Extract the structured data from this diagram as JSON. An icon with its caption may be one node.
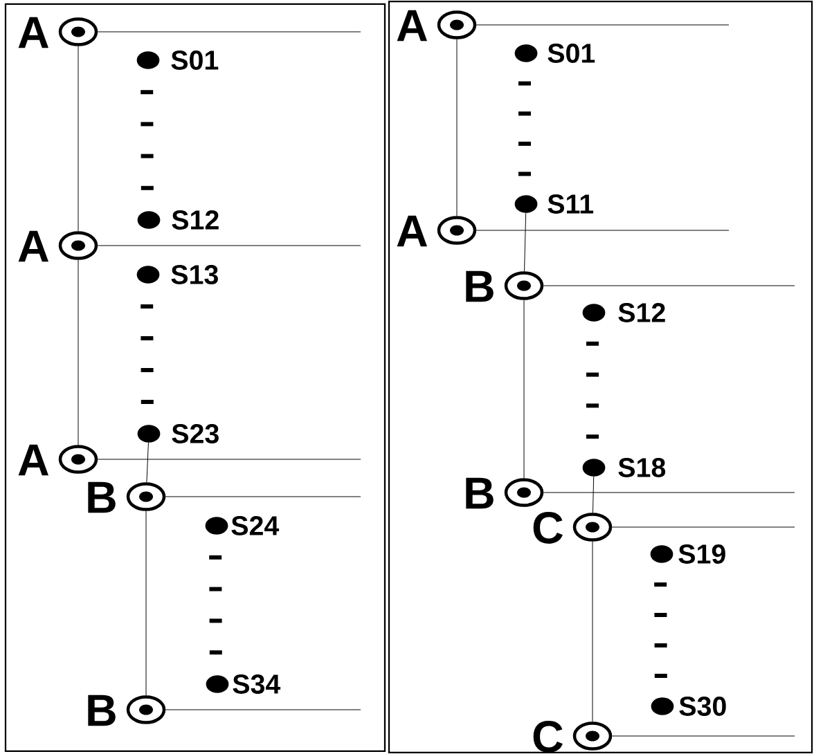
{
  "diagram": {
    "nodes": [
      {
        "text": [],
        "shape": "box"
      },
      {
        "text": [],
        "shape": "circle",
        "beside": [
          "A"
        ],
        "in": 0
      },
      {
        "text": [],
        "shape": "dot",
        "beside": [
          "S01"
        ],
        "in": 0
      },
      {
        "text": [],
        "shape": "dot",
        "beside": [
          "S12"
        ],
        "in": 0
      },
      {
        "text": [],
        "shape": "circle",
        "beside": [
          "A"
        ],
        "in": 0
      },
      {
        "text": [],
        "shape": "dot",
        "beside": [
          "S13"
        ],
        "in": 0
      },
      {
        "text": [],
        "shape": "dot",
        "beside": [
          "S23"
        ],
        "in": 0
      },
      {
        "text": [],
        "shape": "circle",
        "beside": [
          "A"
        ],
        "in": 0
      },
      {
        "text": [],
        "shape": "circle",
        "beside": [
          "B"
        ],
        "in": 0
      },
      {
        "text": [],
        "shape": "dot",
        "beside": [
          "S24"
        ],
        "in": 0
      },
      {
        "text": [],
        "shape": "dot",
        "beside": [
          "S34"
        ],
        "in": 0
      },
      {
        "text": [],
        "shape": "circle",
        "beside": [
          "B"
        ],
        "in": 0
      },
      {
        "text": [],
        "shape": "box"
      },
      {
        "text": [],
        "shape": "circle",
        "beside": [
          "A"
        ],
        "in": 12
      },
      {
        "text": [],
        "shape": "dot",
        "beside": [
          "S01"
        ],
        "in": 12
      },
      {
        "text": [],
        "shape": "dot",
        "beside": [
          "S11"
        ],
        "in": 12
      },
      {
        "text": [],
        "shape": "circle",
        "beside": [
          "A"
        ],
        "in": 12
      },
      {
        "text": [],
        "shape": "circle",
        "beside": [
          "B"
        ],
        "in": 12
      },
      {
        "text": [],
        "shape": "dot",
        "beside": [
          "S12"
        ],
        "in": 12
      },
      {
        "text": [],
        "shape": "dot",
        "beside": [
          "S18"
        ],
        "in": 12
      },
      {
        "text": [],
        "shape": "circle",
        "beside": [
          "B"
        ],
        "in": 12
      },
      {
        "text": [],
        "shape": "circle",
        "beside": [
          "C"
        ],
        "in": 12
      },
      {
        "text": [],
        "shape": "dot",
        "beside": [
          "S19"
        ],
        "in": 12
      },
      {
        "text": [],
        "shape": "dot",
        "beside": [
          "S30"
        ],
        "in": 12
      },
      {
        "text": [],
        "shape": "circle",
        "beside": [
          "C"
        ],
        "in": 12
      }
    ],
    "edges": [
      {
        "from": 1,
        "to": 4,
        "arrow": "none"
      },
      {
        "from": 4,
        "to": 7,
        "arrow": "none"
      },
      {
        "from": 6,
        "to": 8,
        "arrow": "none"
      },
      {
        "from": 8,
        "to": 11,
        "arrow": "none"
      },
      {
        "from": 13,
        "to": 16,
        "arrow": "none"
      },
      {
        "from": 15,
        "to": 17,
        "arrow": "none"
      },
      {
        "from": 17,
        "to": 20,
        "arrow": "none"
      },
      {
        "from": 19,
        "to": 21,
        "arrow": "none"
      },
      {
        "from": 21,
        "to": 24,
        "arrow": "none"
      },
      {
        "from": 1,
        "to": null,
        "arrow": "none"
      },
      {
        "from": 4,
        "to": null,
        "arrow": "none"
      },
      {
        "from": 7,
        "to": null,
        "arrow": "none"
      },
      {
        "from": 8,
        "to": null,
        "arrow": "none"
      },
      {
        "from": 11,
        "to": null,
        "arrow": "none"
      },
      {
        "from": 13,
        "to": null,
        "arrow": "none"
      },
      {
        "from": 16,
        "to": null,
        "arrow": "none"
      },
      {
        "from": 17,
        "to": null,
        "arrow": "none"
      },
      {
        "from": 20,
        "to": null,
        "arrow": "none"
      },
      {
        "from": 21,
        "to": null,
        "arrow": "none"
      },
      {
        "from": 24,
        "to": null,
        "arrow": "none"
      }
    ]
  }
}
